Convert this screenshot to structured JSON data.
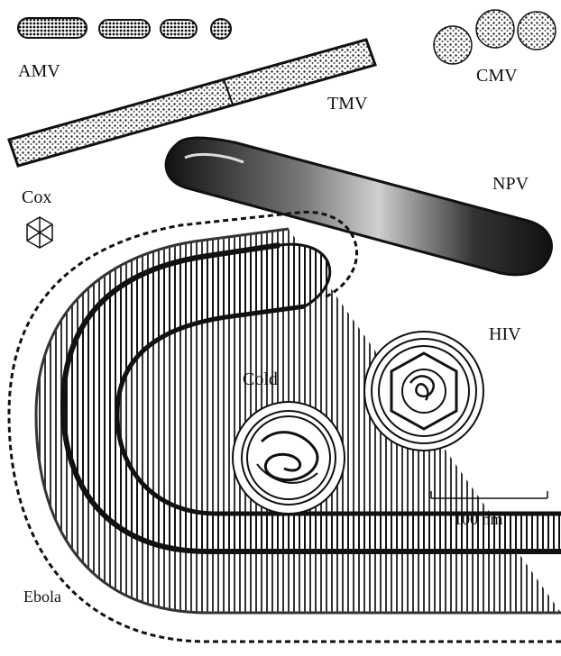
{
  "labels": {
    "amv": "AMV",
    "tmv": "TMV",
    "cmv": "CMV",
    "npv": "NPV",
    "cox": "Cox",
    "hiv": "HIV",
    "cold": "Cold",
    "ebola": "Ebola"
  },
  "scale_bar": {
    "label": "100 nm"
  },
  "colors": {
    "ink": "#111111",
    "paper": "#ffffff",
    "rod_fill": "#8a8a8a",
    "npv_dark": "#1e1e1e"
  }
}
